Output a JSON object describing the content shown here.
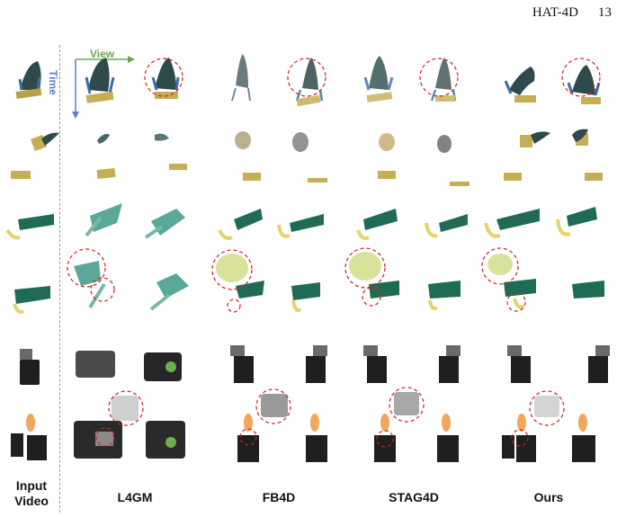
{
  "header": {
    "title": "HAT-4D",
    "page_number": "13"
  },
  "axes": {
    "view_label": "View",
    "time_label": "Time"
  },
  "columns": [
    {
      "label_line1": "Input",
      "label_line2": "Video"
    },
    {
      "label": "L4GM"
    },
    {
      "label": "FB4D"
    },
    {
      "label": "STAG4D"
    },
    {
      "label": "Ours"
    }
  ],
  "colors": {
    "view_arrow": "#6aa84f",
    "time_arrow": "#5b7fc7",
    "highlight_circle": "#cc2222",
    "divider": "#9a9a9a"
  }
}
